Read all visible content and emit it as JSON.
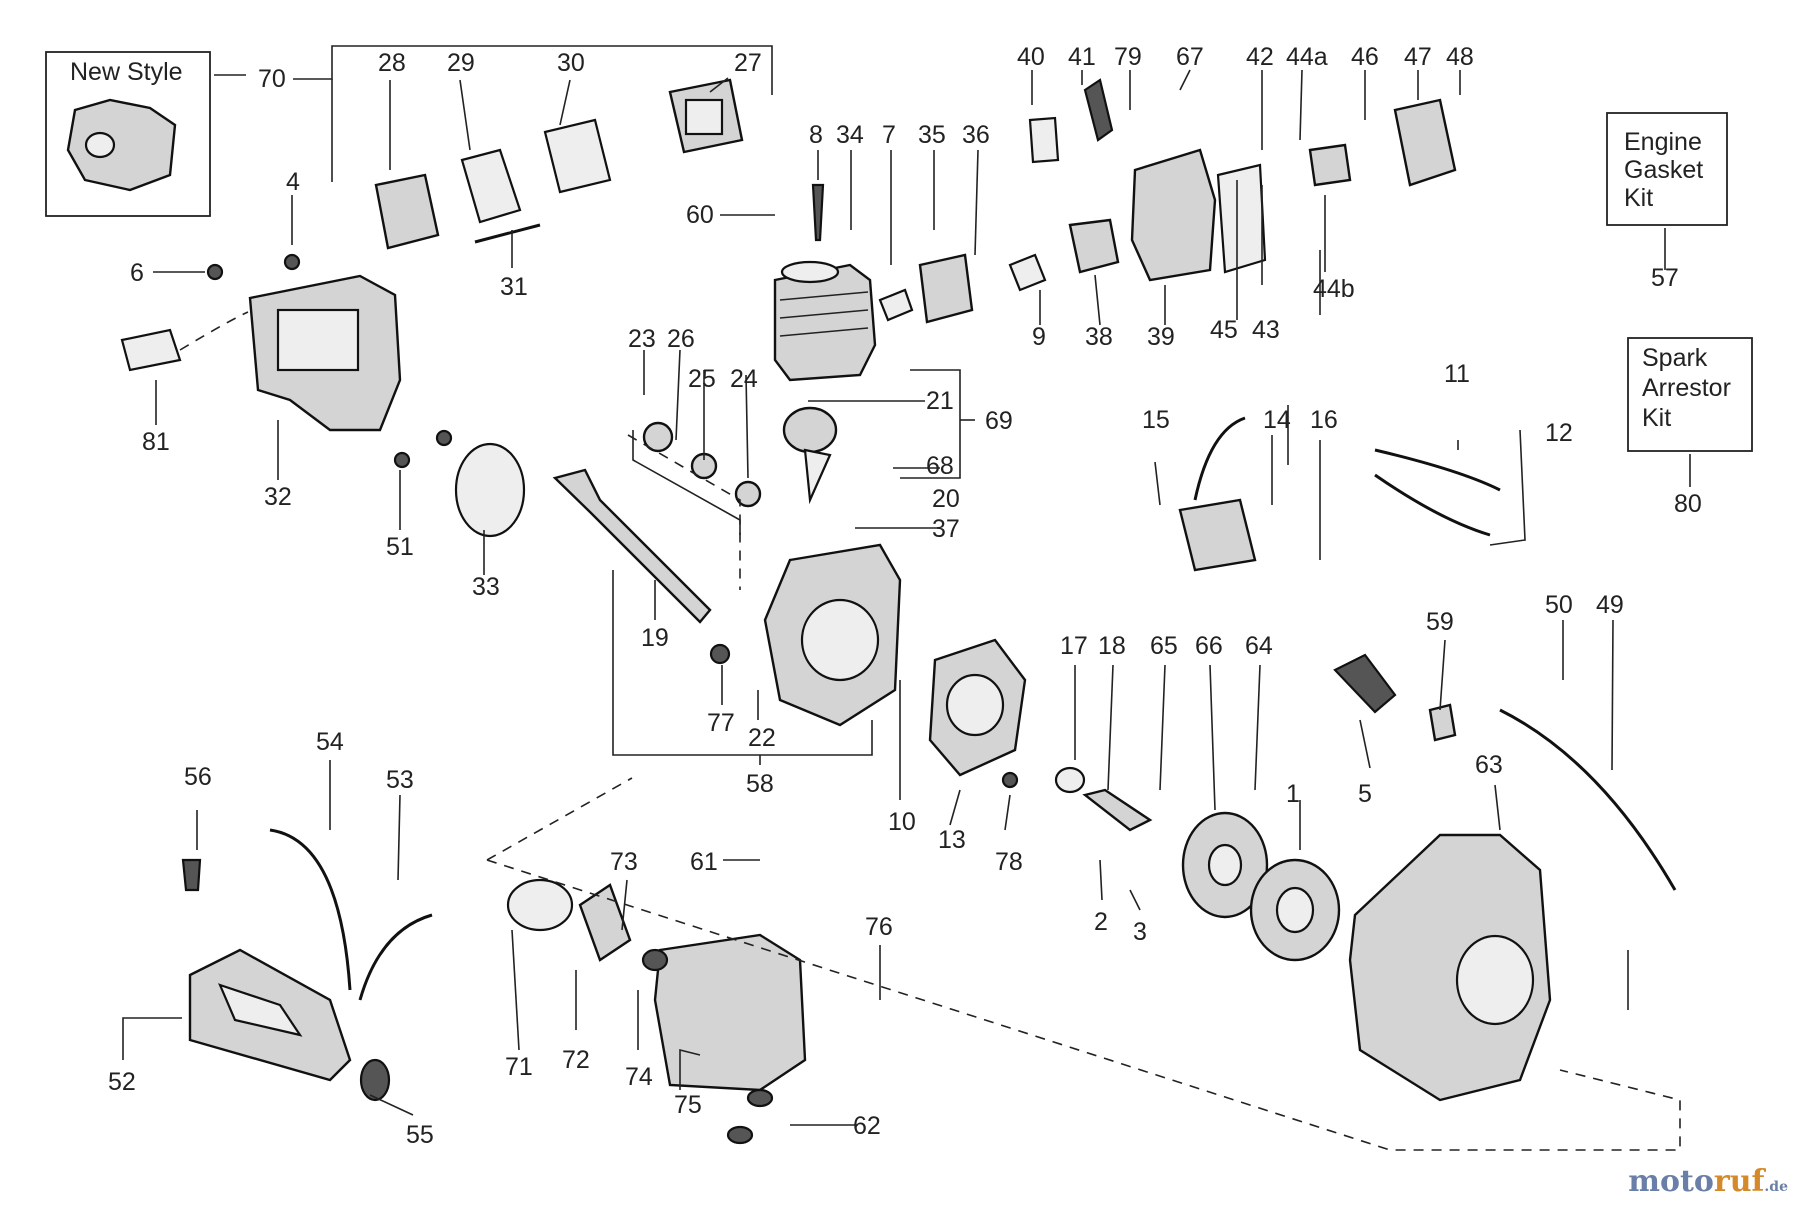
{
  "diagram": {
    "kits": {
      "new_style": "New Style",
      "engine_gasket_kit": [
        "Engine",
        "Gasket",
        "Kit"
      ],
      "spark_arrestor_kit": [
        "Spark",
        "Arrestor",
        "Kit"
      ]
    },
    "part_numbers": [
      "70",
      "28",
      "29",
      "30",
      "27",
      "4",
      "6",
      "31",
      "81",
      "32",
      "51",
      "33",
      "8",
      "34",
      "7",
      "35",
      "36",
      "60",
      "9",
      "38",
      "23",
      "26",
      "25",
      "24",
      "21",
      "69",
      "68",
      "20",
      "37",
      "19",
      "77",
      "22",
      "58",
      "40",
      "41",
      "79",
      "67",
      "42",
      "44a",
      "46",
      "47",
      "48",
      "43",
      "44b",
      "39",
      "45",
      "57",
      "15",
      "14",
      "16",
      "11",
      "12",
      "80",
      "17",
      "18",
      "65",
      "66",
      "64",
      "13",
      "10",
      "78",
      "59",
      "5",
      "50",
      "49",
      "63",
      "1",
      "2",
      "3",
      "54",
      "53",
      "56",
      "52",
      "55",
      "61",
      "73",
      "76",
      "71",
      "72",
      "74",
      "75",
      "62"
    ],
    "watermark": {
      "part1": "moto",
      "part2": "ruf",
      "part3": ".de"
    }
  }
}
